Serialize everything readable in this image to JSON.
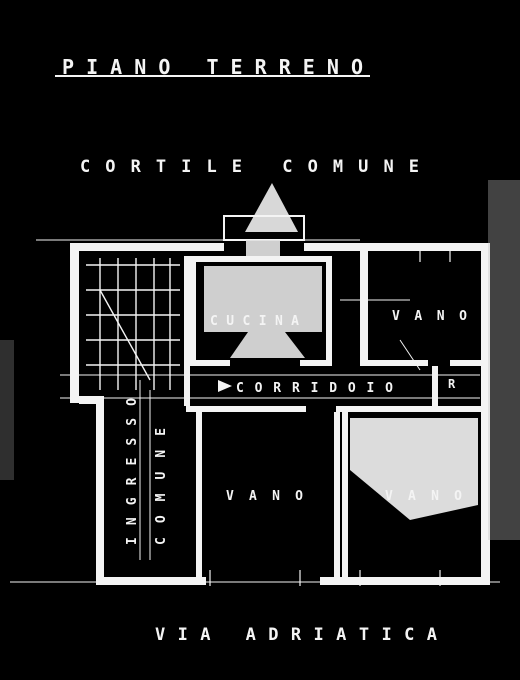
{
  "title": "PIANO TERRENO",
  "labels": {
    "courtyard": "CORTILE COMUNE",
    "kitchen": "CUCINA",
    "room_top_right": "VANO",
    "corridor": "CORRIDOIO",
    "small_room": "R",
    "entrance_vertical_1": "INGRESSO",
    "entrance_vertical_2": "COMUNE",
    "room_bottom_center": "VANO",
    "room_bottom_right": "VANO",
    "street": "VIA ADRIATICA"
  },
  "colors": {
    "background": "#000000",
    "ink": "#f4f4f4"
  }
}
